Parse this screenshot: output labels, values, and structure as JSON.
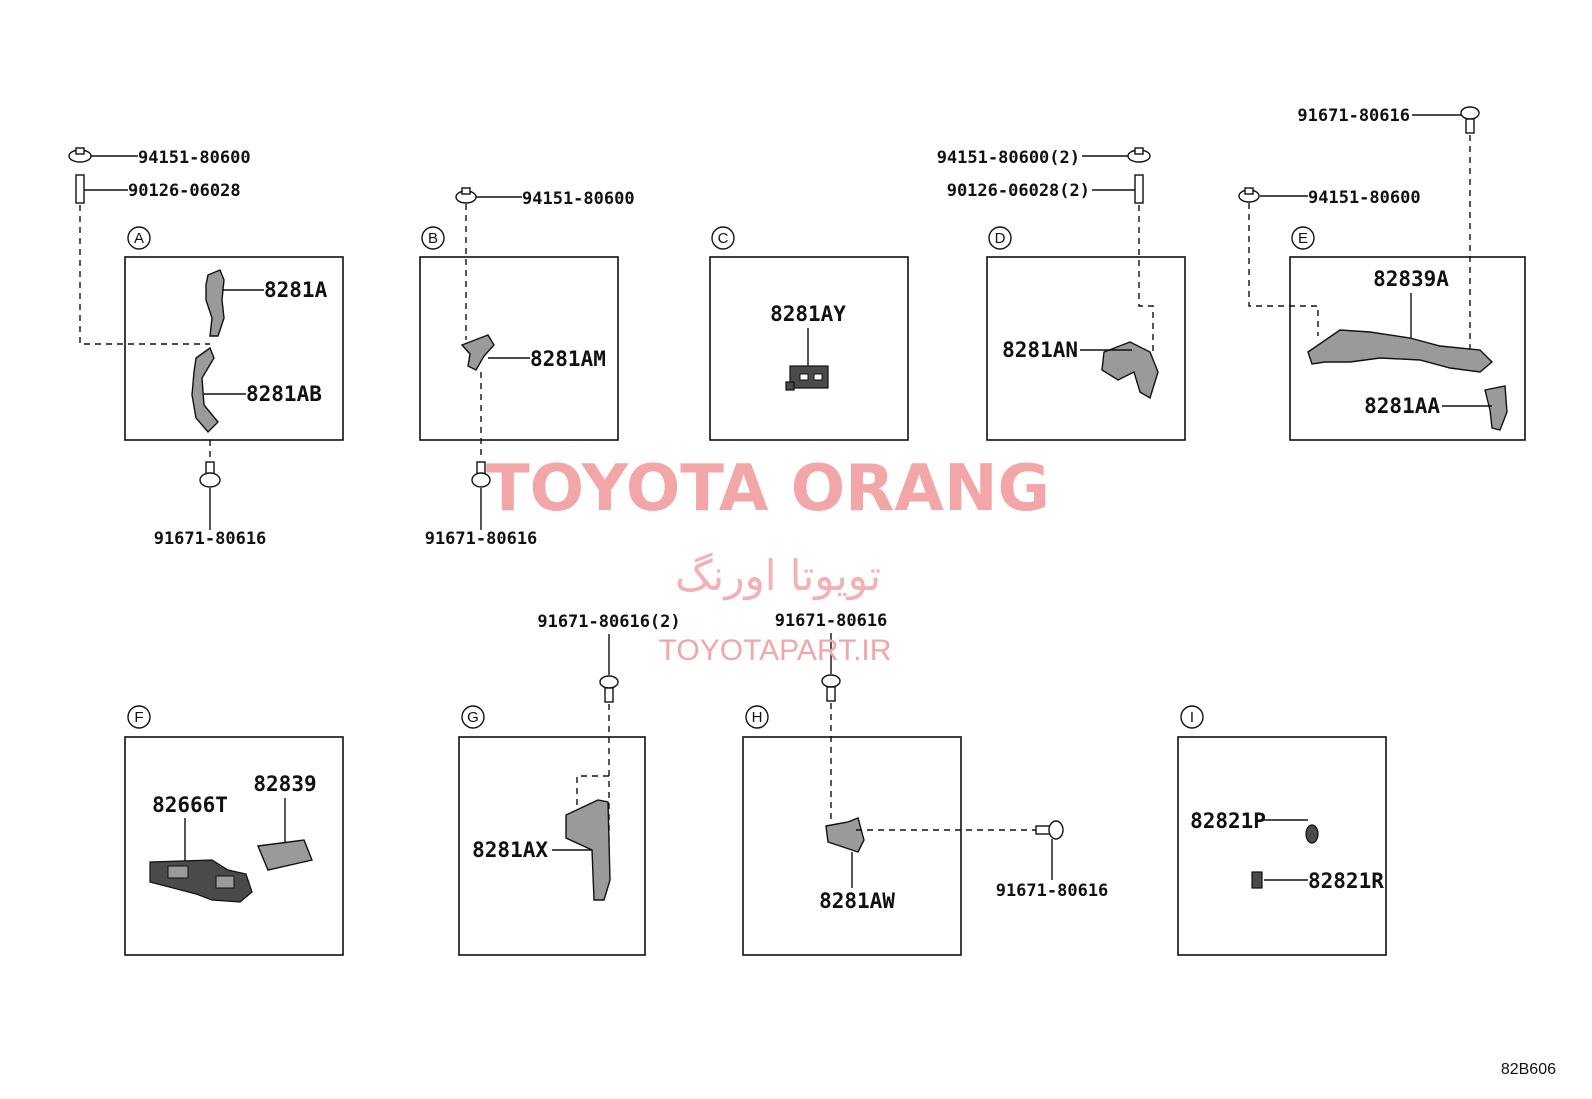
{
  "watermark": {
    "brand": "TOYOTA ORANG",
    "persian": "تویوتا اورنگ",
    "site": "TOYOTAPART.IR"
  },
  "diagram_code": "82B606",
  "groups": {
    "A": {
      "letter": "A",
      "nut": "94151-80600",
      "bolt": "90126-06028",
      "part1": "8281A",
      "part2": "8281AB",
      "clip": "91671-80616"
    },
    "B": {
      "letter": "B",
      "nut": "94151-80600",
      "part": "8281AM",
      "clip": "91671-80616"
    },
    "C": {
      "letter": "C",
      "part": "8281AY"
    },
    "D": {
      "letter": "D",
      "nut": "94151-80600(2)",
      "bolt": "90126-06028(2)",
      "part": "8281AN"
    },
    "E": {
      "letter": "E",
      "clip": "91671-80616",
      "nut": "94151-80600",
      "part1": "82839A",
      "part2": "8281AA"
    },
    "F": {
      "letter": "F",
      "part1": "82666T",
      "part2": "82839"
    },
    "G": {
      "letter": "G",
      "clip": "91671-80616(2)",
      "part": "8281AX"
    },
    "H": {
      "letter": "H",
      "clip_top": "91671-80616",
      "part": "8281AW",
      "clip_side": "91671-80616"
    },
    "I": {
      "letter": "I",
      "part1": "82821P",
      "part2": "82821R"
    }
  }
}
